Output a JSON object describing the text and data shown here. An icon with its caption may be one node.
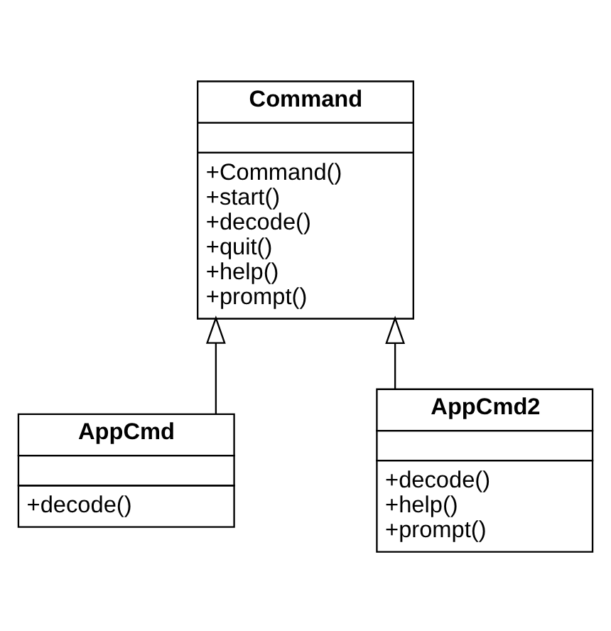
{
  "diagram": {
    "nodes": [
      {
        "text": [
          "Command",
          "+Command()",
          "+start()",
          "+decode()",
          "+quit()",
          "+help()",
          "+prompt()"
        ]
      },
      {
        "text": [
          "AppCmd",
          "+decode()"
        ]
      },
      {
        "text": [
          "AppCmd2",
          "+decode()",
          "+help()",
          "+prompt()"
        ]
      }
    ],
    "edges": [
      {
        "from": 1,
        "to": 0,
        "arrow": "to"
      },
      {
        "from": 2,
        "to": 0,
        "arrow": "to"
      }
    ]
  }
}
